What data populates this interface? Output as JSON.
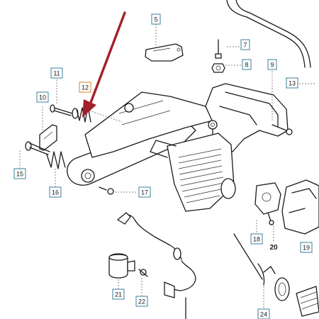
{
  "colors": {
    "arrow": "#a3202a",
    "callout_border": "#3a7f9e",
    "highlight_border": "#d9822b"
  },
  "parts": {
    "p5": "5",
    "p7": "7",
    "p8": "8",
    "p9": "9",
    "p10": "10",
    "p11": "11",
    "p12": "12",
    "p13": "13",
    "p15": "15",
    "p16": "16",
    "p17": "17",
    "p18": "18",
    "p19": "19",
    "p20": "20",
    "p21": "21",
    "p22": "22",
    "p24": "24"
  }
}
